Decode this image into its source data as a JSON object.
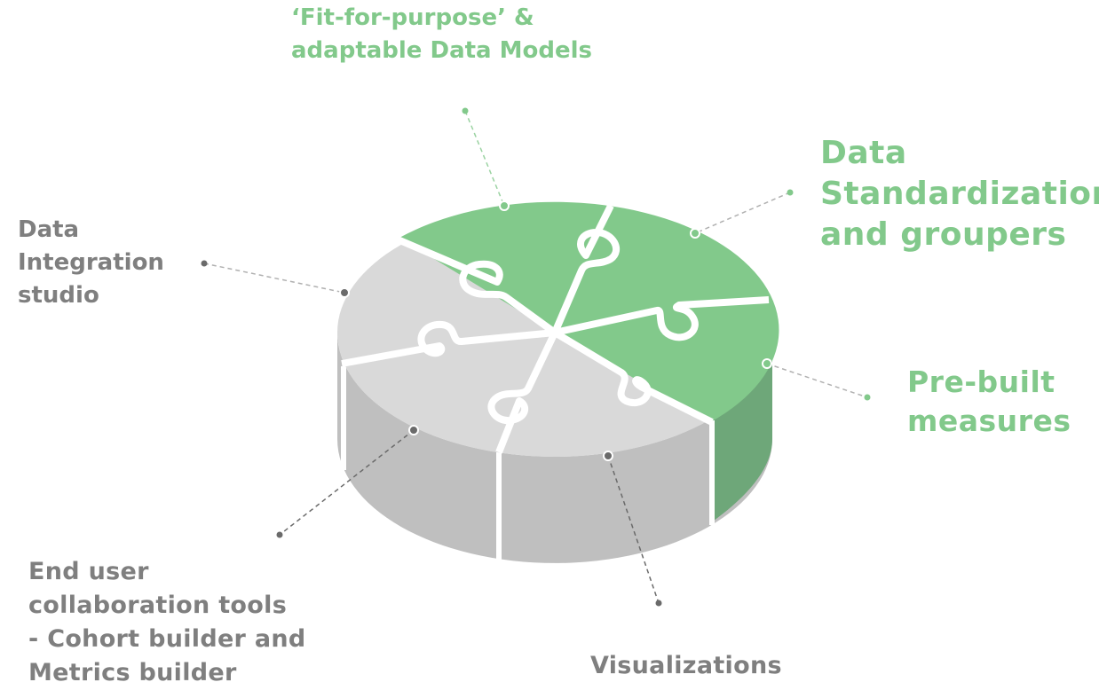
{
  "colors": {
    "green": "#82c98b",
    "green_side": "#6ea779",
    "light_gray_top": "#d9d9d9",
    "gray_side": "#bfbfbf",
    "gray_text": "#7f7f7f",
    "leader_gray": "#6a6a6a",
    "separator": "#ffffff"
  },
  "pieces": [
    {
      "name": "fit-for-purpose-data-models",
      "color": "green"
    },
    {
      "name": "data-standardization-and-groupers",
      "color": "green"
    },
    {
      "name": "pre-built-measures",
      "color": "green"
    },
    {
      "name": "visualizations",
      "color": "gray"
    },
    {
      "name": "end-user-collaboration-tools",
      "color": "gray"
    },
    {
      "name": "data-integration-studio",
      "color": "gray"
    }
  ],
  "labels": {
    "fit_for_purpose": {
      "line1": "‘Fit-for-purpose’ &",
      "line2": "adaptable  Data Models"
    },
    "data_standardization": {
      "line1": "Data",
      "line2": "Standardization",
      "line3": "and groupers"
    },
    "data_integration": {
      "line1": "Data",
      "line2": "Integration",
      "line3": "studio"
    },
    "pre_built": {
      "line1": "Pre-built",
      "line2": "measures"
    },
    "end_user": {
      "line1": "End user",
      "line2": "collaboration tools",
      "line3": "- Cohort builder and",
      "line4": "Metrics builder"
    },
    "visualizations": {
      "line1": "Visualizations"
    }
  }
}
